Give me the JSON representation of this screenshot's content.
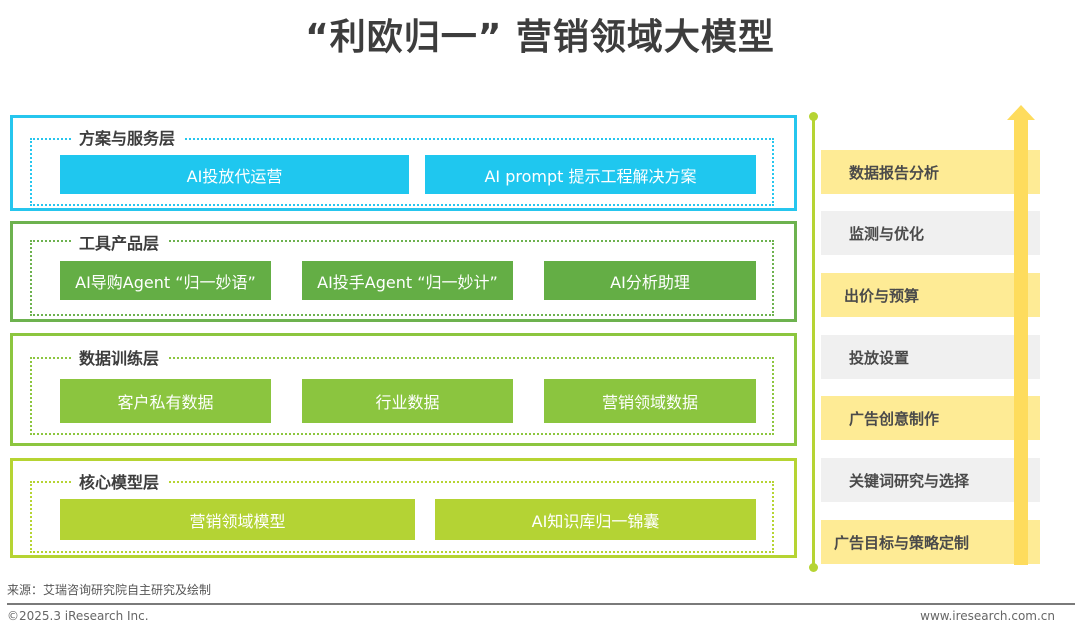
{
  "title": "“利欧归一” 营销领域大模型",
  "layers": [
    {
      "label": "方案与服务层",
      "color": "#1fc7ef",
      "items": [
        "AI投放代运营",
        "AI prompt 提示工程解决方案"
      ]
    },
    {
      "label": "工具产品层",
      "color": "#64ae45",
      "items": [
        "AI导购Agent “归一妙语”",
        "AI投手Agent “归一妙计”",
        "AI分析助理"
      ]
    },
    {
      "label": "数据训练层",
      "color": "#8bc53f",
      "items": [
        "客户私有数据",
        "行业数据",
        "营销领域数据"
      ]
    },
    {
      "label": "核心模型层",
      "color": "#b4d334",
      "items": [
        "营销领域模型",
        "AI知识库归一锦囊"
      ]
    }
  ],
  "workflow_steps": [
    {
      "label": "数据报告分析",
      "style": "yellow"
    },
    {
      "label": "监测与优化",
      "style": "gray"
    },
    {
      "label": "出价与预算",
      "style": "yellow"
    },
    {
      "label": "投放设置",
      "style": "gray"
    },
    {
      "label": "广告创意制作",
      "style": "yellow"
    },
    {
      "label": "关键词研究与选择",
      "style": "gray"
    },
    {
      "label": "广告目标与策略定制",
      "style": "yellow"
    }
  ],
  "workflow_direction_icon": "up-arrow-icon",
  "colors": {
    "arrow": "#fedc5d",
    "timeline": "#b6d433",
    "step_yellow": "#feeb95",
    "step_gray": "#f0f0f0"
  },
  "footer": {
    "source": "来源：艾瑞咨询研究院自主研究及绘制",
    "copyright": "©2025.3 iResearch Inc.",
    "website": "www.iresearch.com.cn"
  }
}
